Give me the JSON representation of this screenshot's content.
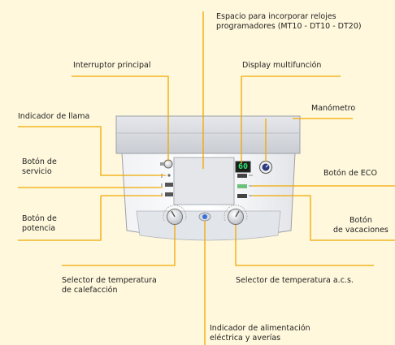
{
  "labels": {
    "espacio": "Espacio para incorporar relojes\nprogramadores (MT10 - DT10 - DT20)",
    "interruptor": "Interruptor principal",
    "display": "Display multifunción",
    "manometro": "Manómetro",
    "indicador_llama": "Indicador de llama",
    "boton_servicio": "Botón de\nservicio",
    "boton_eco": "Botón de ECO",
    "boton_potencia": "Botón de\npotencia",
    "boton_vacaciones": "Botón\nde vacaciones",
    "selector_calefaccion": "Selector de temperatura\nde calefacción",
    "selector_acs": "Selector de temperatura a.c.s.",
    "indicador_alimentacion": "Indicador de alimentación\neléctrica y averías"
  },
  "display_value": "60",
  "colors": {
    "background": "#fff8dc",
    "leader": "#f0a800",
    "display_digits": "#30e070"
  }
}
